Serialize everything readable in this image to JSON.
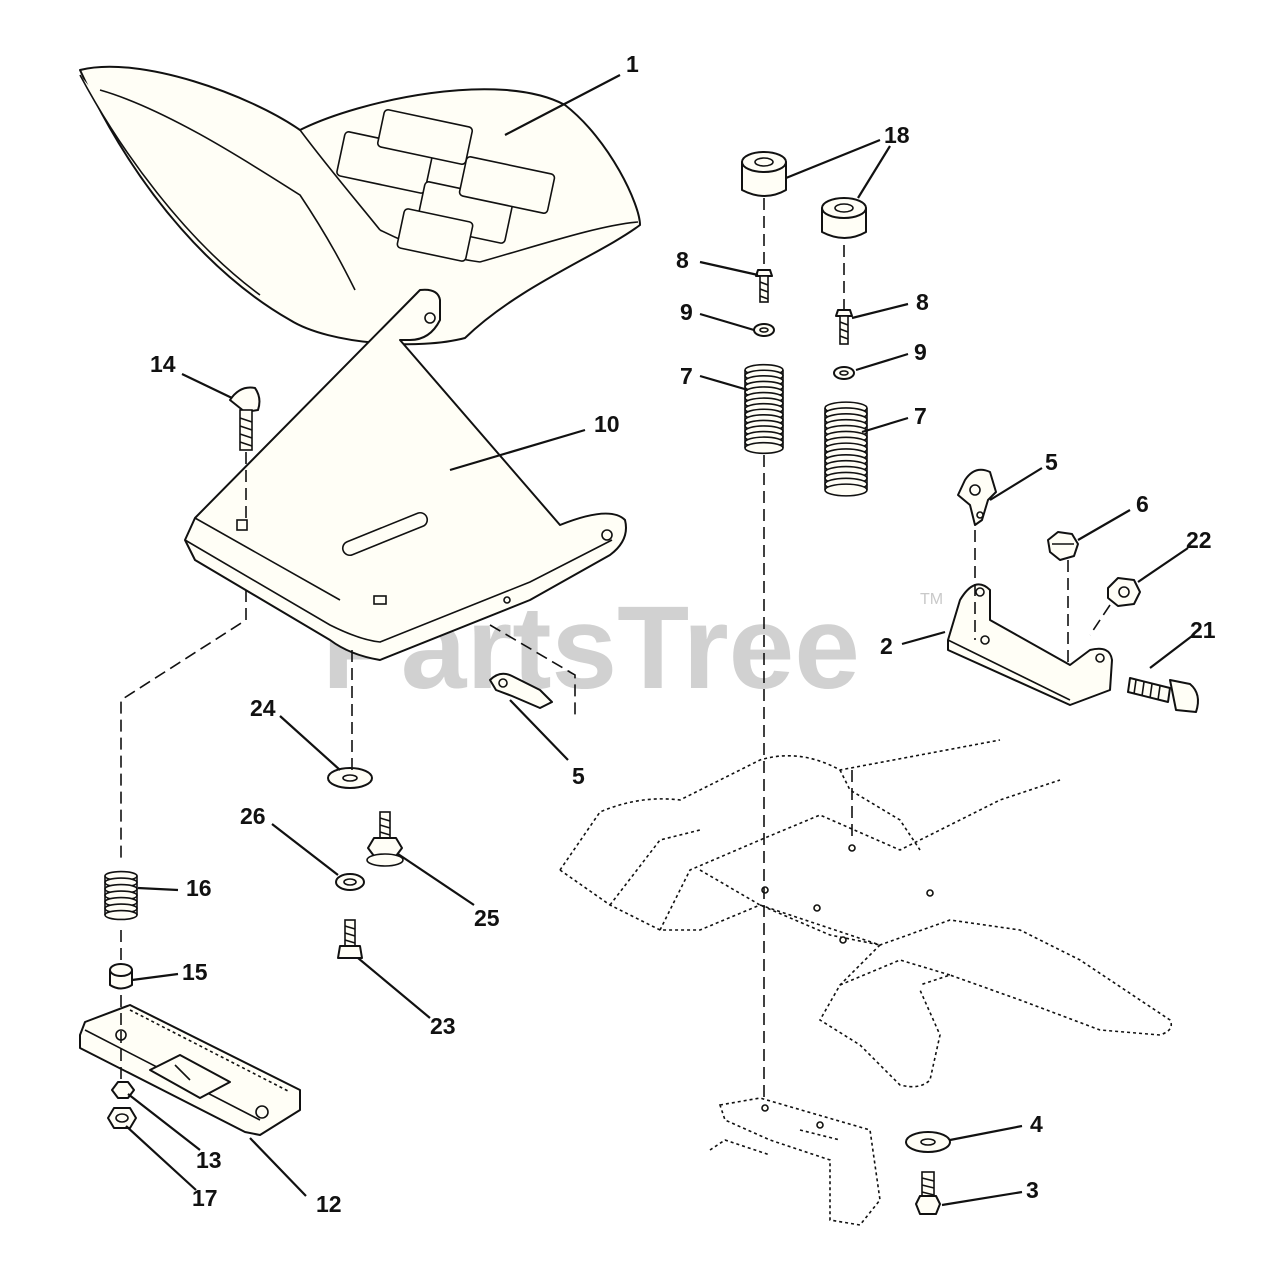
{
  "watermark": {
    "text": "PartsTree",
    "trademark": "TM"
  },
  "callouts": [
    {
      "id": "c1",
      "label": "1"
    },
    {
      "id": "c18",
      "label": "18"
    },
    {
      "id": "c8a",
      "label": "8"
    },
    {
      "id": "c8b",
      "label": "8"
    },
    {
      "id": "c9a",
      "label": "9"
    },
    {
      "id": "c9b",
      "label": "9"
    },
    {
      "id": "c7a",
      "label": "7"
    },
    {
      "id": "c7b",
      "label": "7"
    },
    {
      "id": "c14",
      "label": "14"
    },
    {
      "id": "c10",
      "label": "10"
    },
    {
      "id": "c5a",
      "label": "5"
    },
    {
      "id": "c6",
      "label": "6"
    },
    {
      "id": "c22",
      "label": "22"
    },
    {
      "id": "c2",
      "label": "2"
    },
    {
      "id": "c21",
      "label": "21"
    },
    {
      "id": "c24",
      "label": "24"
    },
    {
      "id": "c5b",
      "label": "5"
    },
    {
      "id": "c26",
      "label": "26"
    },
    {
      "id": "c25",
      "label": "25"
    },
    {
      "id": "c16",
      "label": "16"
    },
    {
      "id": "c15",
      "label": "15"
    },
    {
      "id": "c23",
      "label": "23"
    },
    {
      "id": "c13",
      "label": "13"
    },
    {
      "id": "c17",
      "label": "17"
    },
    {
      "id": "c12",
      "label": "12"
    },
    {
      "id": "c4",
      "label": "4"
    },
    {
      "id": "c3",
      "label": "3"
    }
  ]
}
